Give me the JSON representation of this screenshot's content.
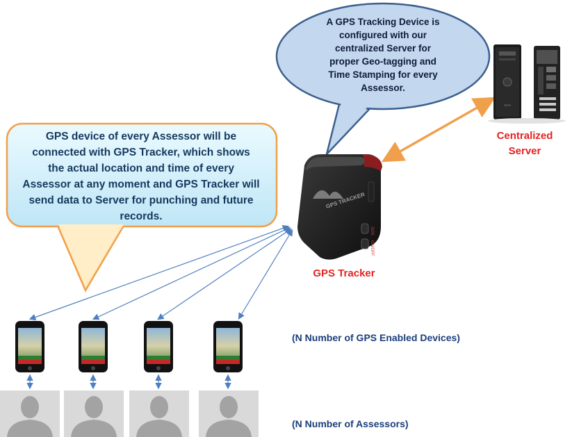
{
  "server_bubble": {
    "lines": [
      "A GPS Tracking Device is",
      "configured with our",
      "centralized Server for",
      "proper Geo-tagging and",
      "Time Stamping for every",
      "Assessor."
    ]
  },
  "assessor_bubble": {
    "lines": [
      "GPS device of every Assessor will be",
      "connected with GPS Tracker, which shows",
      "the actual location and time of every",
      "Assessor at any moment and GPS Tracker will",
      "send data to Server for punching and future",
      "records."
    ]
  },
  "server": {
    "label_lines": [
      "Centralized",
      "Server"
    ]
  },
  "tracker": {
    "label": "GPS Tracker",
    "device_text": "GPS TRACKER",
    "side_text": [
      "SOS",
      "ON/OFF"
    ]
  },
  "devices": {
    "caption": "(N Number of GPS Enabled Devices)",
    "count": 4
  },
  "assessors": {
    "caption": "(N Number of Assessors)",
    "count": 4
  },
  "colors": {
    "server_bubble_fill": "#c3d7ee",
    "server_bubble_stroke": "#3b5f8c",
    "assessor_bubble_fill": "#d8f1fb",
    "assessor_bubble_stroke": "#f0a04b",
    "server_arrow": "#f0a04b",
    "device_arrows": "#4f7fbf",
    "label_red": "#e52222",
    "label_blue": "#1b3e7a"
  }
}
